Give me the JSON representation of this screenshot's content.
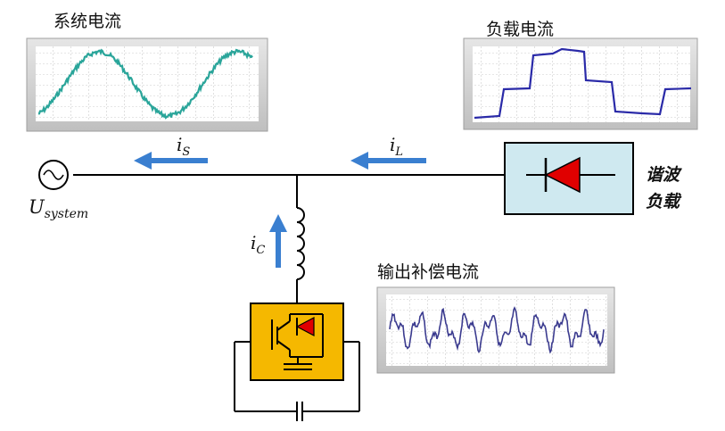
{
  "labels": {
    "system_current": "系统电流",
    "load_current": "负载电流",
    "output_comp_current": "输出补偿电流",
    "harmonic_load_line1": "谐波",
    "harmonic_load_line2": "负载"
  },
  "symbols": {
    "is_main": "i",
    "is_sub": "S",
    "il_main": "i",
    "il_sub": "L",
    "ic_main": "i",
    "ic_sub": "C",
    "u_main": "U",
    "u_sub": "system"
  },
  "colors": {
    "arrow_blue": "#3a7fd0",
    "scope_frame": "#cfcfcf",
    "system_wave": "#2aa59a",
    "load_wave": "#2a2aa8",
    "comp_wave": "#3b3b8f",
    "load_box": "#cfe9f0",
    "converter_box": "#f5b800",
    "diode_red": "#e00000"
  }
}
